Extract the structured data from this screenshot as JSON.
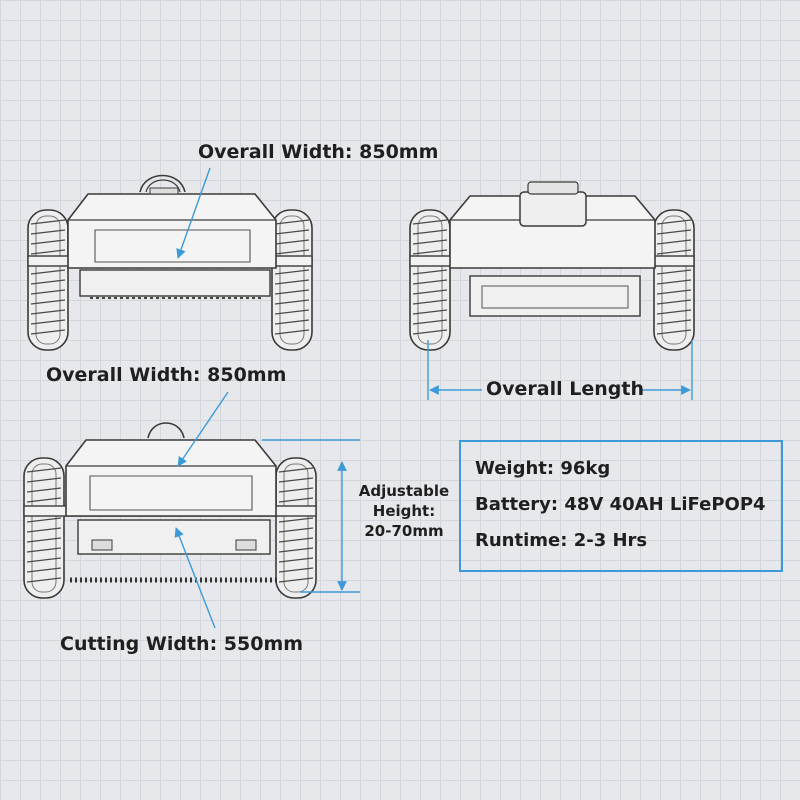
{
  "labels": {
    "top_width": "Overall Width: 850mm",
    "mid_width": "Overall Width: 850mm",
    "length": "Overall Length",
    "cutting": "Cutting Width: 550mm"
  },
  "height_label": [
    "Adjustable",
    "Height:",
    "20-70mm"
  ],
  "specs": [
    "Weight: 96kg",
    "Battery: 48V 40AH LiFePOP4",
    "Runtime: 2-3 Hrs"
  ],
  "colors": {
    "background": "#e6e8eb",
    "grid": "#d3d6da",
    "accent": "#3d9ad8",
    "line_art": "#3a3a3a",
    "text": "#1f1f1f"
  }
}
